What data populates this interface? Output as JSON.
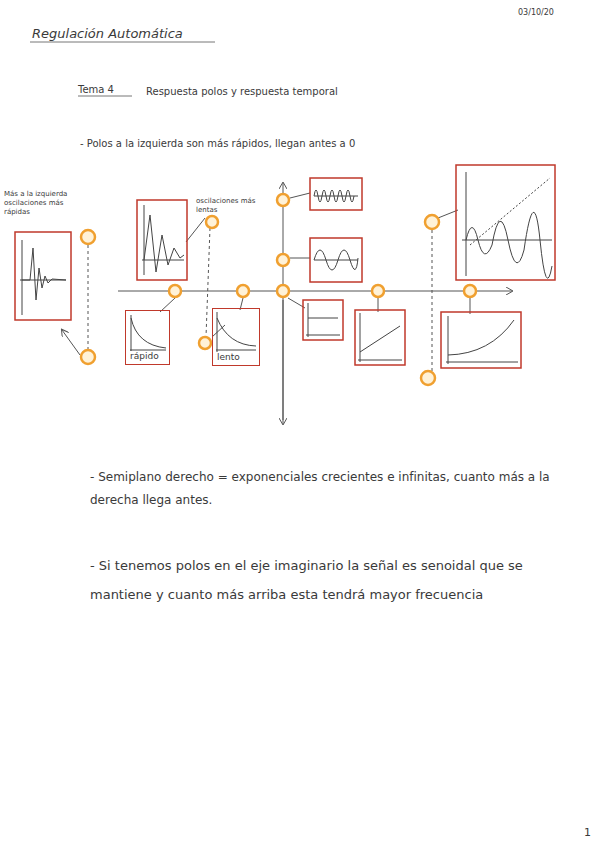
{
  "diagram": {
    "title": "Regulación Automática",
    "nodes": [
      {
        "text": [
          "rápido"
        ]
      },
      {
        "text": [
          "lento"
        ]
      }
    ],
    "labels": [
      "03/10/20",
      "Tema 4",
      "Respuesta polos y respuesta temporal",
      "- Polos a la izquierda son más rápidos, llegan antes a 0",
      "Más a la izquierda oscilaciones más rápidas",
      "oscilaciones más lentas",
      "- Semiplano derecho = exponenciales crecientes e infinitas, cuanto más a la derecha llega antes.",
      "- Si tenemos polos en el eje imaginario la señal es senoidal que se mantiene y cuanto más arriba esta tendrá mayor frecuencia",
      "1"
    ]
  }
}
